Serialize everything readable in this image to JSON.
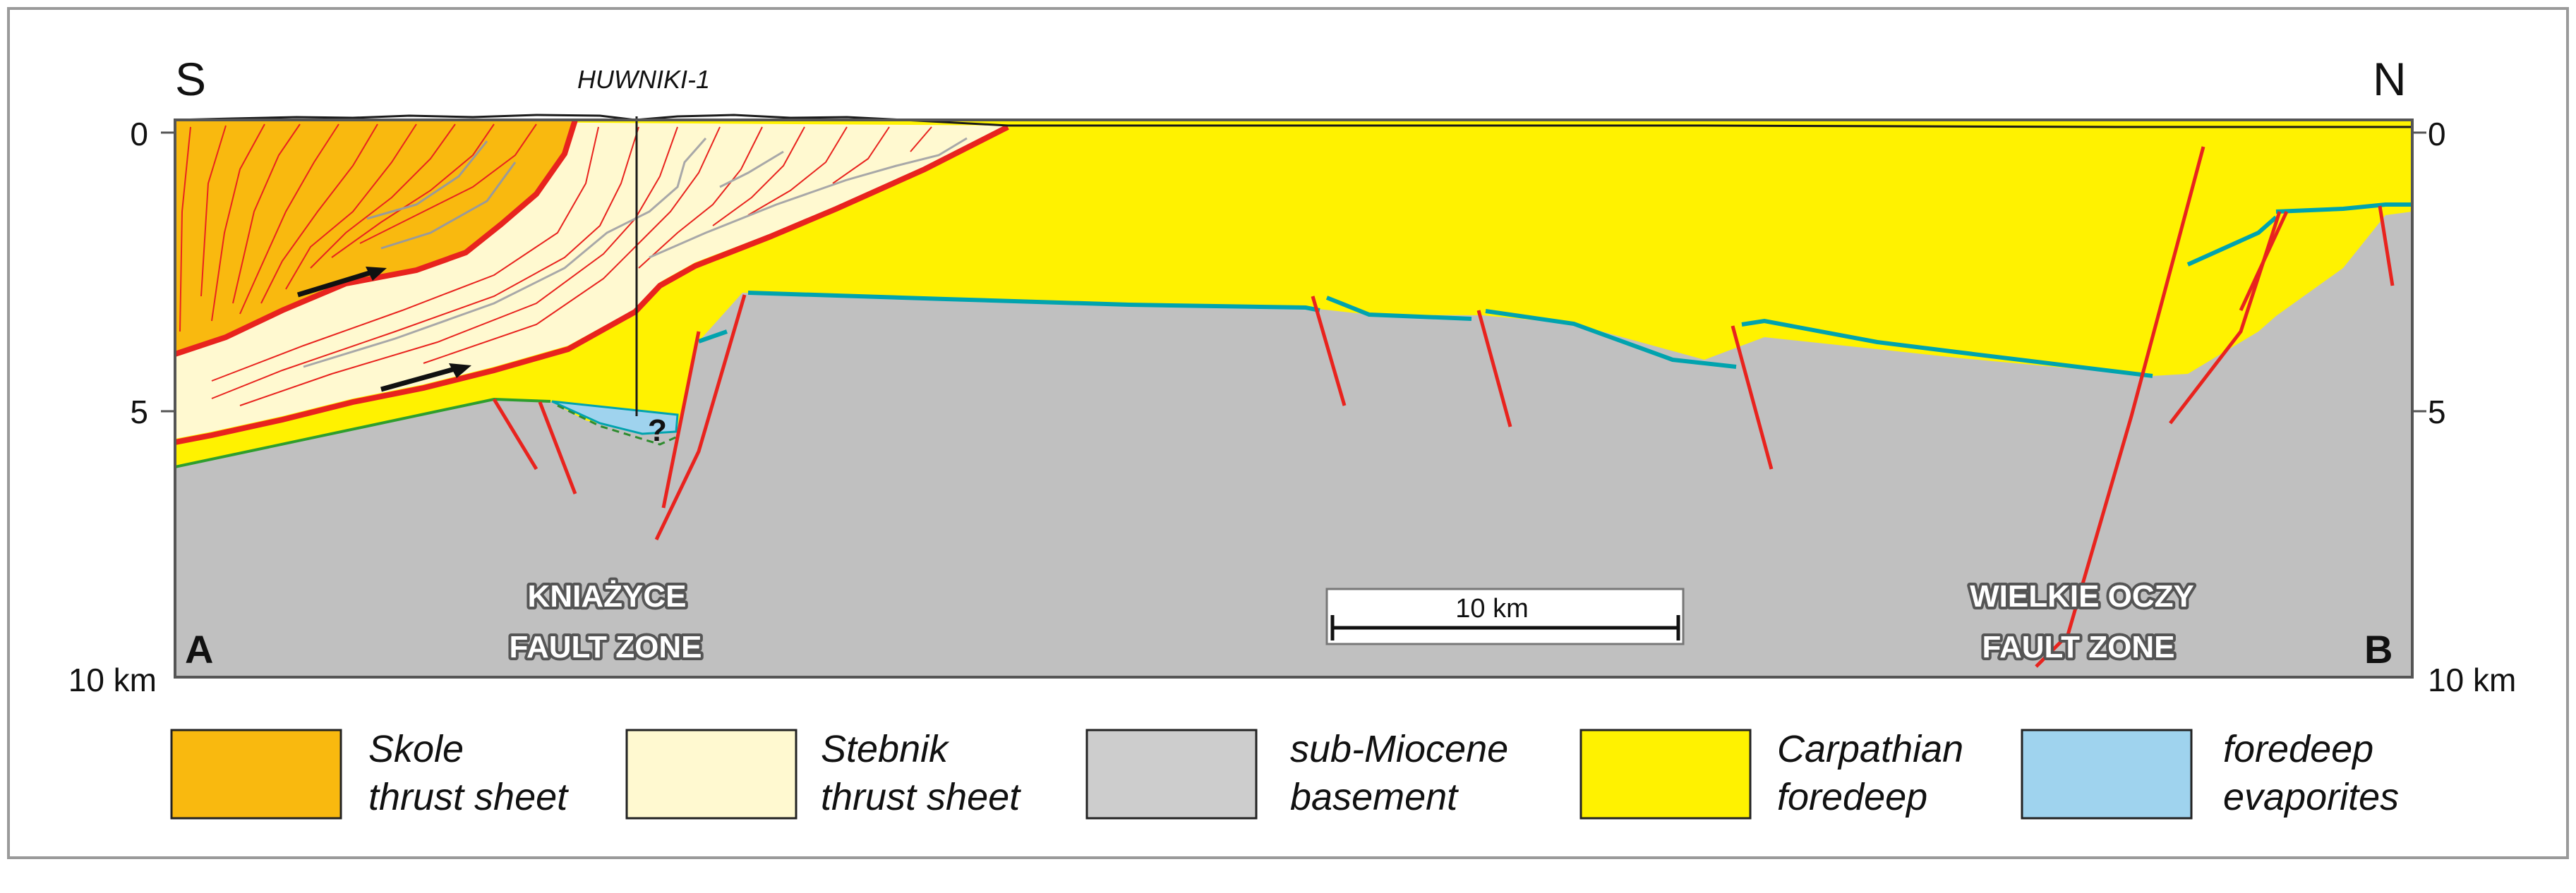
{
  "orientation": {
    "left": "S",
    "right": "N"
  },
  "well": {
    "name": "HUWNIKI-1"
  },
  "corners": {
    "left": "A",
    "right": "B"
  },
  "depth_axis": {
    "left_ticks": [
      "0",
      "5",
      "10 km"
    ],
    "right_ticks": [
      "0",
      "5",
      "10 km"
    ]
  },
  "fault_zones": [
    {
      "line1": "KNIAŻYCE",
      "line2": "FAULT ZONE"
    },
    {
      "line1": "WIELKIE OCZY",
      "line2": "FAULT ZONE"
    }
  ],
  "scale_bar": {
    "label": "10 km"
  },
  "question_mark": "?",
  "legend": [
    {
      "line1": "Skole",
      "line2": "thrust sheet",
      "color": "#F9B90F"
    },
    {
      "line1": "Stebnik",
      "line2": "thrust sheet",
      "color": "#FFF9D0"
    },
    {
      "line1": "sub-Miocene",
      "line2": "basement",
      "color": "#CDCDCD"
    },
    {
      "line1": "Carpathian",
      "line2": "foredeep",
      "color": "#FFF200"
    },
    {
      "line1": "foredeep",
      "line2": "evaporites",
      "color": "#9FD3EE"
    }
  ],
  "colors": {
    "skole": "#F9B90F",
    "stebnik": "#FFF9D0",
    "basement": "#C0C0C0",
    "foredeep": "#FFF200",
    "evaporites": "#9FD3EE",
    "evaporite_line": "#00A3AE",
    "fault": "#E8231E",
    "thrust": "#E8231E",
    "frame": "#333333"
  }
}
